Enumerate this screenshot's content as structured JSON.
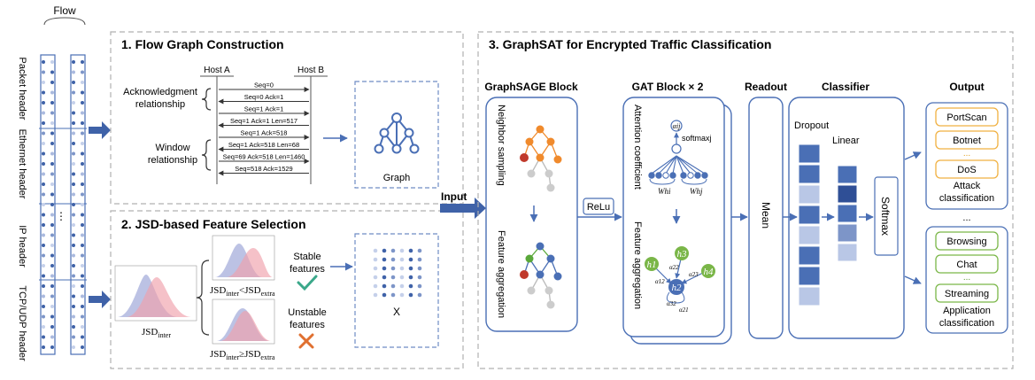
{
  "flow": {
    "title": "Flow",
    "layers": [
      "Packet header",
      "Ethernet header",
      "IP header",
      "TCP/UDP header"
    ]
  },
  "section1": {
    "title": "1. Flow Graph Construction",
    "host_a": "Host A",
    "host_b": "Host B",
    "ack_label": [
      "Acknowledgment",
      "relationship"
    ],
    "window_label": [
      "Window",
      "relationship"
    ],
    "messages": [
      "Seq=0",
      "Seq=0 Ack=1",
      "Seq=1 Ack=1",
      "Seq=1 Ack=1 Len=517",
      "Seq=1 Ack=518",
      "Seq=1 Ack=518 Len=68",
      "Seq=69 Ack=518 Len=1460",
      "Seq=518 Ack=1529"
    ],
    "graph_label": "Graph"
  },
  "section2": {
    "title": "2. JSD-based Feature Selection",
    "jsd_inter": "JSD",
    "jsd_inter_sub": "inter",
    "cond_stable": {
      "lhs": "JSD",
      "lhs_sub": "inter",
      "op": "<",
      "rhs": "JSD",
      "rhs_sub": "extra"
    },
    "cond_unstable": {
      "lhs": "JSD",
      "lhs_sub": "inter",
      "op": "≥",
      "rhs": "JSD",
      "rhs_sub": "extra"
    },
    "stable_label": [
      "Stable",
      "features"
    ],
    "unstable_label": [
      "Unstable",
      "features"
    ],
    "x_label": "X"
  },
  "input_label": "Input",
  "section3": {
    "title": "3. GraphSAT for Encrypted Traffic Classification",
    "graphsage_title": "GraphSAGE Block",
    "neighbor_sampling": "Neighbor sampling",
    "feature_aggregation": "Feature aggregation",
    "relu": "ReLu",
    "gat_title": "GAT Block × 2",
    "attention_coefficient": "Attention coefficient",
    "gat_feature_aggregation": "Feature aggregation",
    "alpha_ij": "αij",
    "softmax_j": "softmaxj",
    "whi": "Whi",
    "whj": "Whj",
    "h_nodes": [
      "h1",
      "h2",
      "h3",
      "h4"
    ],
    "alpha_labels": [
      "α12",
      "α22",
      "α23",
      "α21",
      "α32"
    ],
    "readout_title": "Readout",
    "mean": "Mean",
    "classifier_title": "Classifier",
    "dropout": "Dropout",
    "linear": "Linear",
    "softmax": "Softmax",
    "output_title": "Output",
    "attack_items": [
      "PortScan",
      "Botnet",
      "...",
      "DoS"
    ],
    "attack_label": [
      "Attack",
      "classification"
    ],
    "middle_dots": "...",
    "app_items": [
      "Browsing",
      "Chat",
      "...",
      "Streaming"
    ],
    "app_label": [
      "Application",
      "classification"
    ]
  },
  "colors": {
    "accent_blue": "#4a6fb5",
    "dark_blue": "#2f4f96",
    "light_blue": "#b9c7e6",
    "orange": "#f08a2c",
    "red": "#c0392b",
    "green": "#5aa83a",
    "attack_orange": "#f0b040",
    "app_green": "#7ab648",
    "dashed_gray": "#b0b0b0"
  }
}
